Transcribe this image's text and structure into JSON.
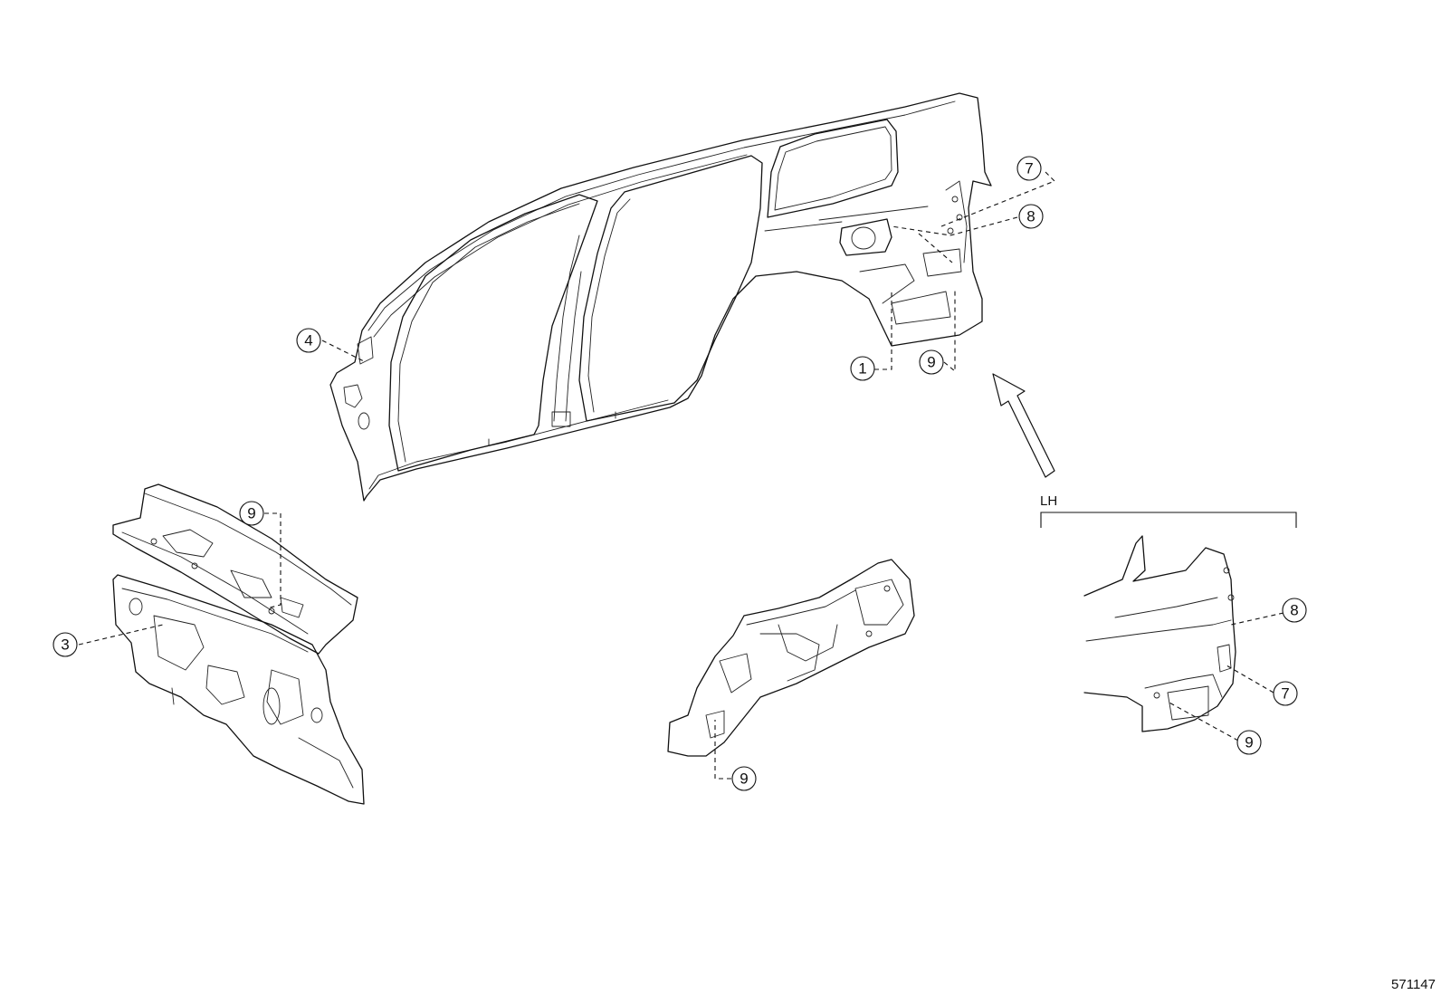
{
  "diagram": {
    "callouts": {
      "c1": "1",
      "c3": "3",
      "c4": "4",
      "c7_top": "7",
      "c8_top": "8",
      "c9_top": "9",
      "c9_cowl": "9",
      "c9_apron": "9",
      "c8_lh": "8",
      "c7_lh": "7",
      "c9_lh": "9"
    },
    "detail_label": "LH",
    "drawing_code": "571147"
  }
}
